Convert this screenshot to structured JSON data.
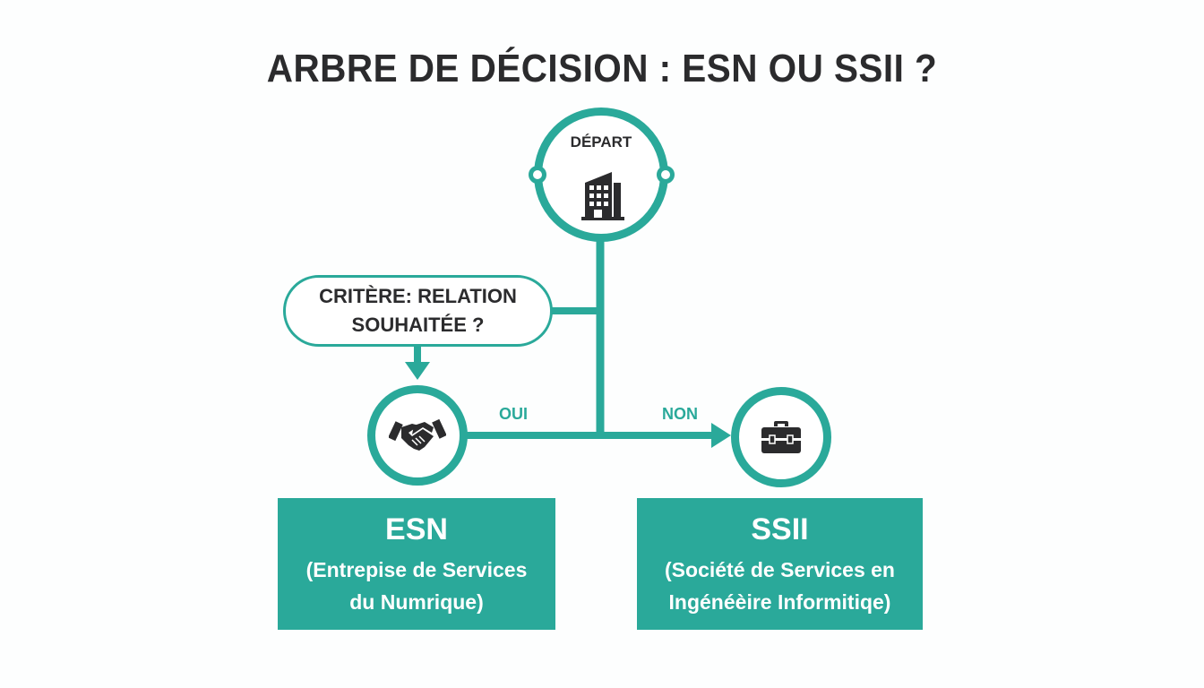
{
  "title": "ARBRE DE DÉCISION : ESN OU SSII ?",
  "colors": {
    "accent": "#2aa99a",
    "text": "#2b2b2d",
    "background": "#fdfefe",
    "box_text": "#ffffff"
  },
  "start_node": {
    "label": "DÉPART",
    "icon": "building-icon"
  },
  "criterion": {
    "line1": "CRITÈRE: RELATION",
    "line2": "SOUHAITÉE ?"
  },
  "branches": {
    "yes_label": "OUI",
    "no_label": "NON"
  },
  "esn": {
    "icon": "handshake-icon",
    "title": "ESN",
    "desc_line1": "(Entrepise de Services",
    "desc_line2": "du Numrique)"
  },
  "ssii": {
    "icon": "briefcase-icon",
    "title": "SSII",
    "desc_line1": "(Société de Services en",
    "desc_line2": "Ingénéèire Informitiqe)"
  }
}
